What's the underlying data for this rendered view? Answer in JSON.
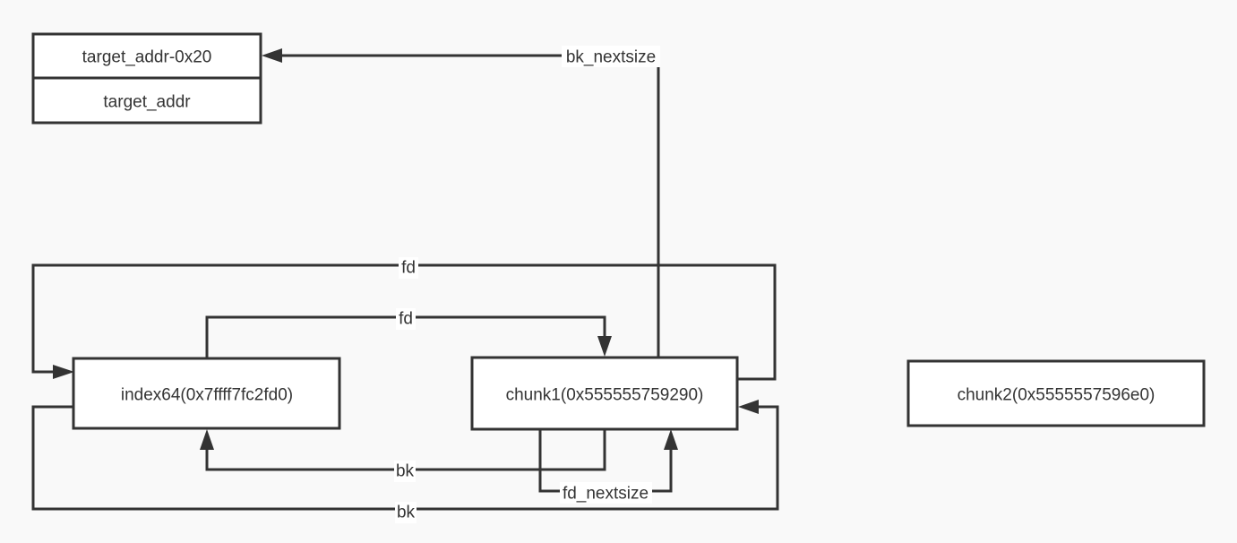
{
  "diagram": {
    "nodes": {
      "target_top": {
        "label": "target_addr-0x20"
      },
      "target_bottom": {
        "label": "target_addr"
      },
      "index64": {
        "label": "index64(0x7ffff7fc2fd0)"
      },
      "chunk1": {
        "label": "chunk1(0x555555759290)"
      },
      "chunk2": {
        "label": "chunk2(0x5555557596e0)"
      }
    },
    "edges": {
      "chunk1_bk_nextsize": {
        "label": "bk_nextsize",
        "from": "chunk1",
        "to": "target_addr-0x20"
      },
      "chunk1_fd_outer": {
        "label": "fd",
        "from": "chunk1",
        "to": "index64"
      },
      "index64_fd": {
        "label": "fd",
        "from": "index64",
        "to": "chunk1"
      },
      "chunk1_bk": {
        "label": "bk",
        "from": "chunk1",
        "to": "index64"
      },
      "chunk1_fd_nextsize": {
        "label": "fd_nextsize",
        "from": "chunk1",
        "to": "chunk1"
      },
      "index64_bk_outer": {
        "label": "bk",
        "from": "index64",
        "to": "chunk1"
      }
    },
    "colors": {
      "line": "#333333",
      "background": "#f9f9f9",
      "node_fill": "#ffffff"
    }
  }
}
